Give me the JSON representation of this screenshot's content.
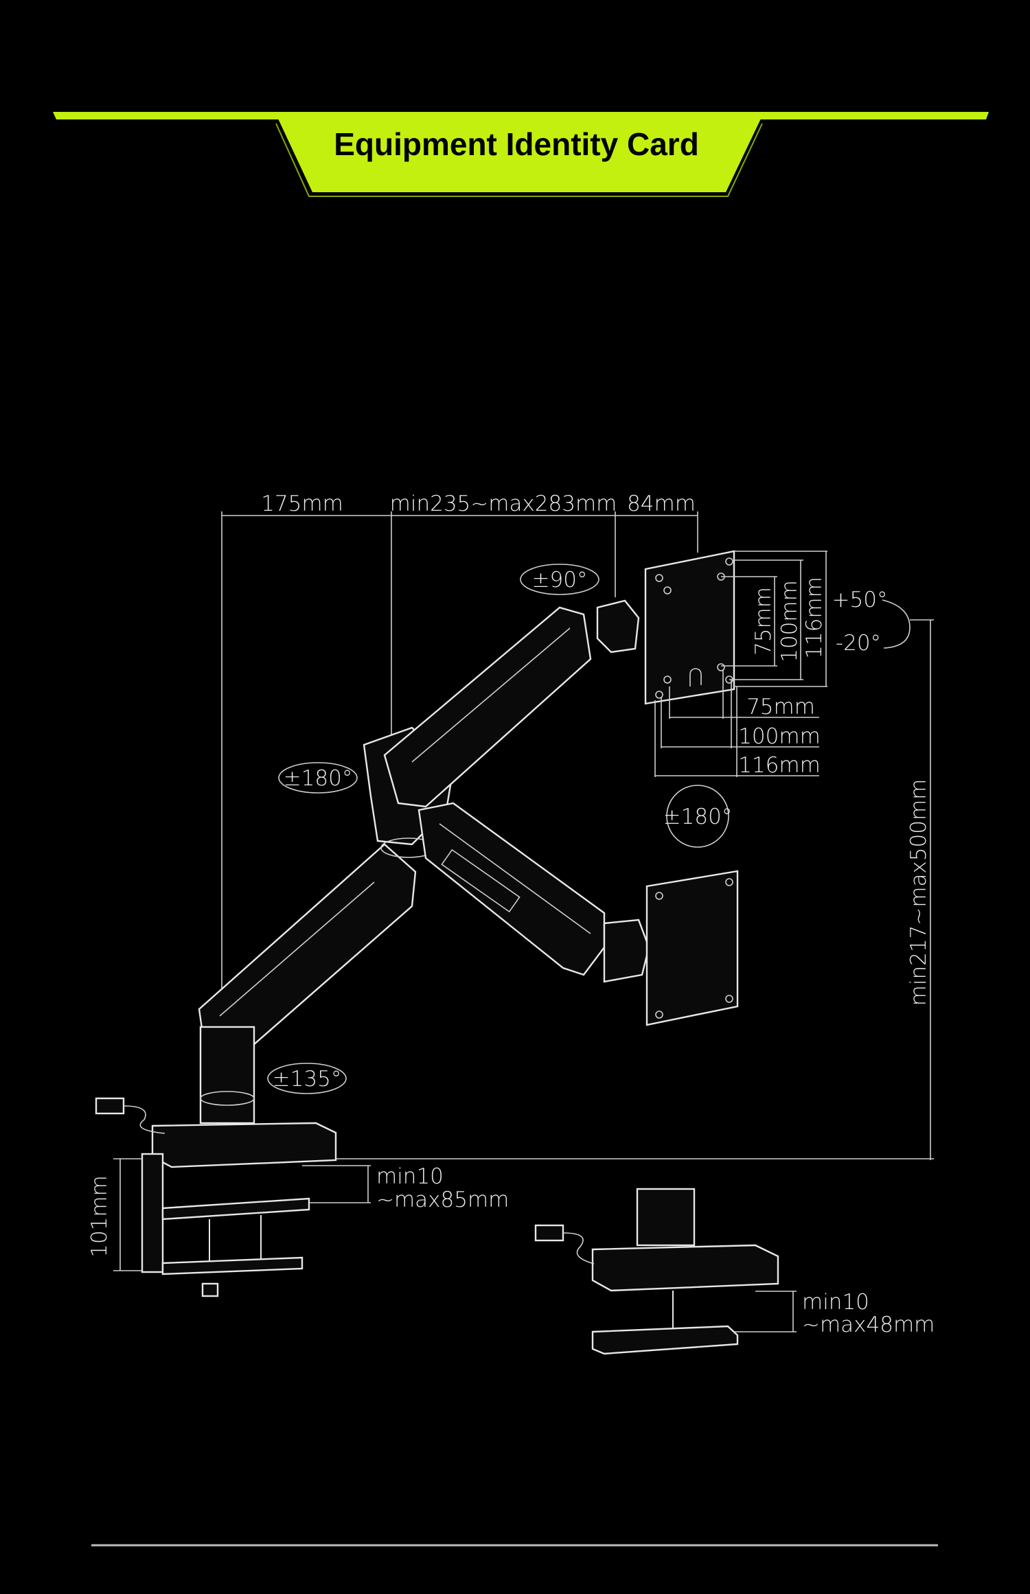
{
  "header": {
    "title": "Equipment Identity Card",
    "accent_color": "#c3f00f"
  },
  "dimensions": {
    "arm_offset": "175mm",
    "arm_length": "min235~max283mm",
    "head_offset": "84mm",
    "tilt_swivel": "±90°",
    "vesa_v_75": "75mm",
    "vesa_v_100": "100mm",
    "vesa_v_116": "116mm",
    "tilt_up": "+50°",
    "tilt_down": "-20°",
    "vesa_h_75": "75mm",
    "vesa_h_100": "100mm",
    "vesa_h_116": "116mm",
    "elbow_rotation": "±180°",
    "screen_rotation": "±180°",
    "height_range": "min217~max500mm",
    "base_rotation": "±135°",
    "clamp_min": "min10",
    "clamp_max": "~max85mm",
    "clamp_height": "101mm",
    "grommet_min": "min10",
    "grommet_max": "~max48mm"
  }
}
